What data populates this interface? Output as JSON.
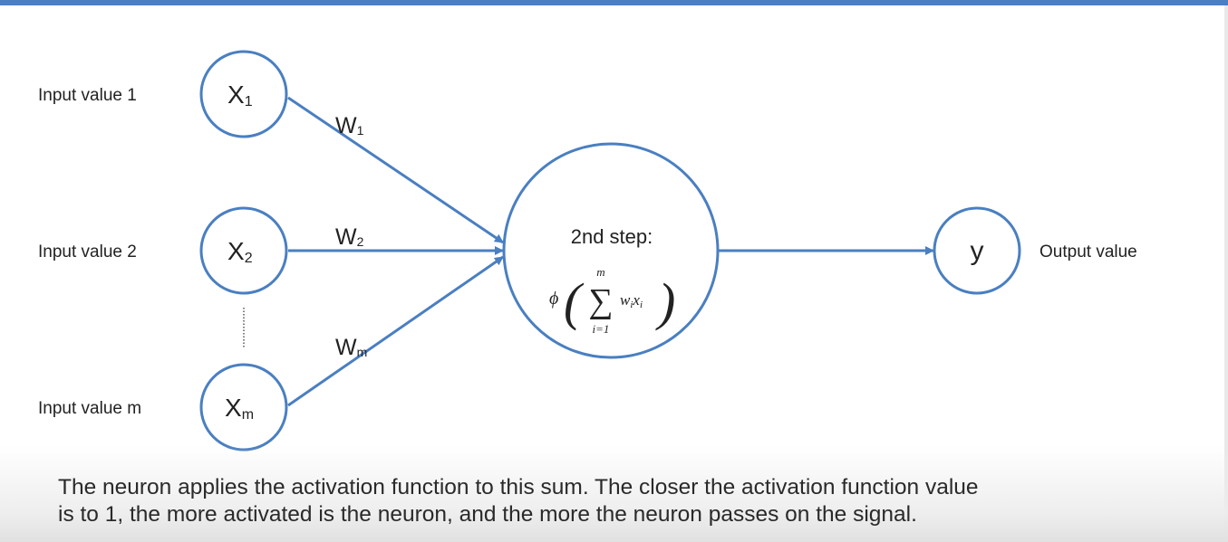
{
  "inputs": [
    {
      "label": "Input value 1",
      "node": "X",
      "sub": "1",
      "weight": "W",
      "weight_sub": "1"
    },
    {
      "label": "Input value 2",
      "node": "X",
      "sub": "2",
      "weight": "W",
      "weight_sub": "2"
    },
    {
      "label": "Input value m",
      "node": "X",
      "sub": "m",
      "weight": "W",
      "weight_sub": "m"
    }
  ],
  "neuron": {
    "step_label": "2nd step:",
    "formula": {
      "phi": "ϕ",
      "sum": "∑",
      "upper": "m",
      "lower": "i=1",
      "term_w": "w",
      "term_i1": "i",
      "term_x": "x",
      "term_i2": "i",
      "open_paren": "(",
      "close_paren": ")"
    }
  },
  "output": {
    "node": "y",
    "label": "Output value"
  },
  "caption": {
    "line1": "The neuron applies the activation function to this sum. The closer the activation function value",
    "line2": "is to 1, the more activated is the neuron, and the more the neuron passes on the signal."
  },
  "colors": {
    "accent": "#4a7fc1",
    "text": "#222222"
  }
}
